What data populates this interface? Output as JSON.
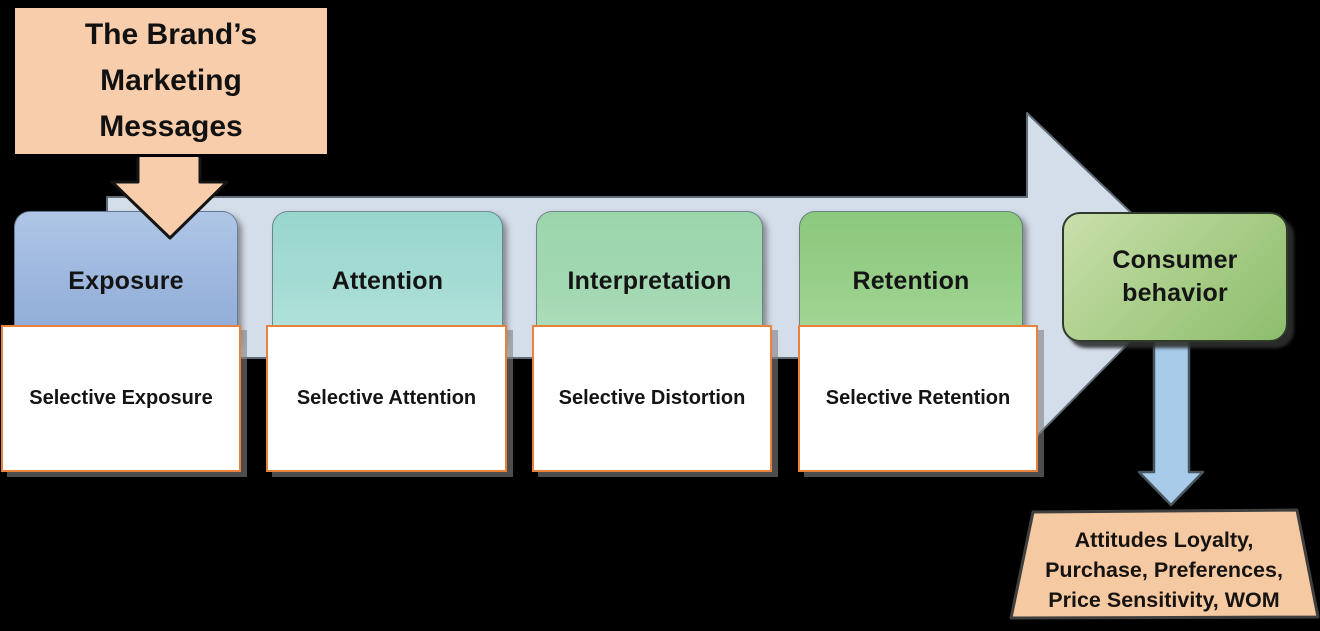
{
  "callout": {
    "lines": [
      "The Brand’s",
      "Marketing",
      "Messages"
    ]
  },
  "stages": [
    {
      "label": "Exposure",
      "selective": "Selective Exposure"
    },
    {
      "label": "Attention",
      "selective": "Selective Attention"
    },
    {
      "label": "Interpretation",
      "selective": "Selective Distortion"
    },
    {
      "label": "Retention",
      "selective": "Selective Retention"
    },
    {
      "label": "Consumer behavior",
      "selective": ""
    }
  ],
  "outcome": {
    "lines": [
      "Attitudes Loyalty,",
      "Purchase, Preferences,",
      "Price Sensitivity, WOM"
    ]
  },
  "colors": {
    "background": "#000000",
    "process_arrow": "#D4DDEA",
    "exposure_top": "#AFC6E6",
    "exposure_bottom": "#8EAAD5",
    "attention_top": "#98D6CD",
    "attention_bottom": "#B7E4DE",
    "interpretation_top": "#9CD5AC",
    "interpretation_bottom": "#AFDEBC",
    "retention_top": "#8CC87D",
    "retention_bottom": "#A8D89B",
    "consumer_top": "#CADFAC",
    "consumer_bottom": "#8EBD6E",
    "callout_fill": "#F8CDAB",
    "trapezoid_fill": "#F5C9A2",
    "down_arrow_blue": "#A8CBE9",
    "selective_box_border": "#E8823C"
  }
}
